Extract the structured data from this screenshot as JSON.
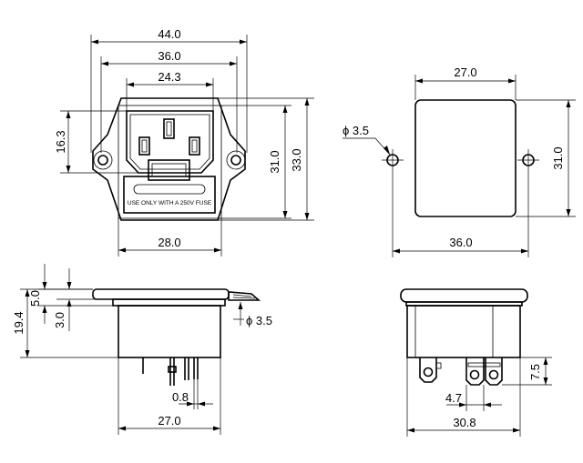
{
  "front_view": {
    "dims": {
      "overall_width": "44.0",
      "mounting_width": "36.0",
      "inlet_width": "24.3",
      "height_left": "16.3",
      "height_inner": "31.0",
      "height_outer": "33.0",
      "body_width": "28.0"
    },
    "fuse_label": "USE ONLY WITH A 250V FUSE"
  },
  "panel_cutout": {
    "dims": {
      "top_width": "27.0",
      "hole_diameter": "ϕ 3.5",
      "height": "31.0",
      "bottom_width": "36.0"
    }
  },
  "side_view": {
    "dims": {
      "total_height": "19.4",
      "flange_height": "5.0",
      "sub_height": "3.0",
      "hole_diameter": "ϕ 3.5",
      "pin_thickness": "0.8",
      "body_width": "27.0"
    }
  },
  "end_view": {
    "dims": {
      "terminal_height": "7.5",
      "terminal_spacing": "4.7",
      "body_width": "30.8"
    }
  }
}
